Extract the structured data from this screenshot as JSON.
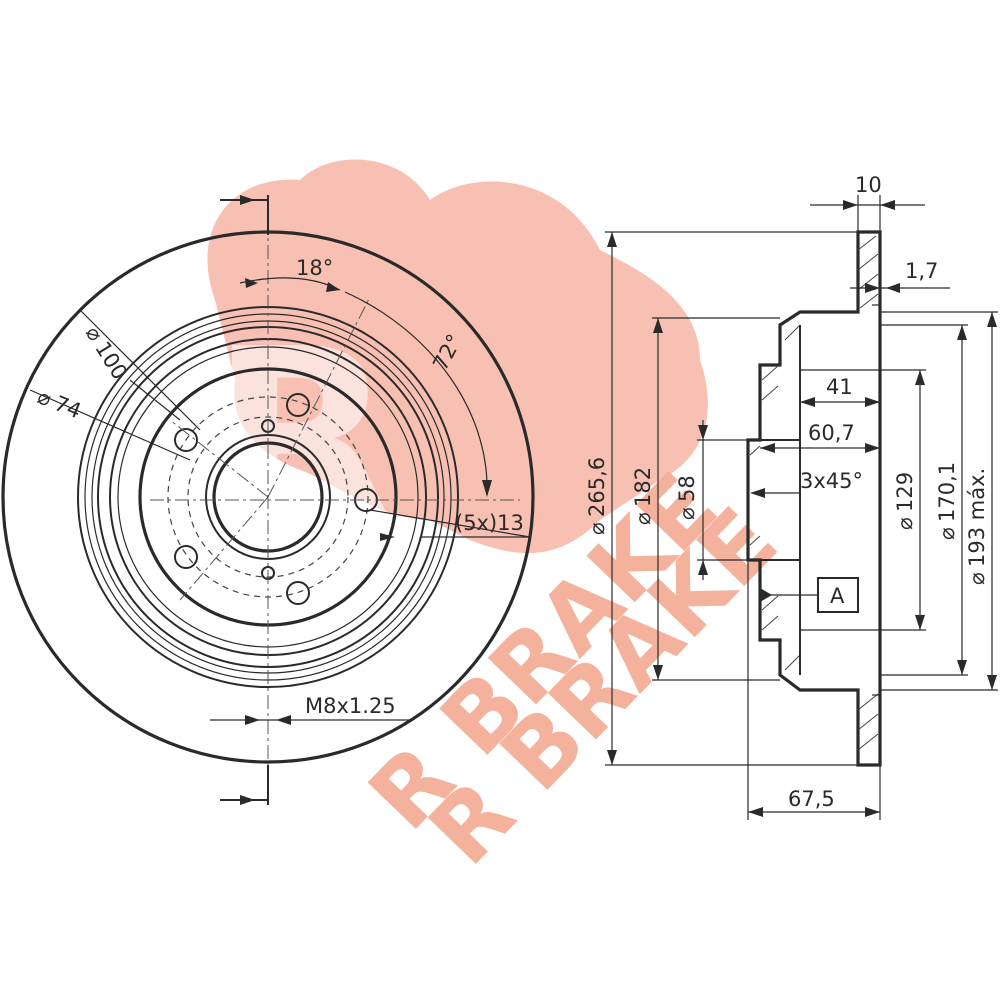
{
  "watermark": {
    "brand_text": "R BRAKE",
    "logo_color": "#f7b5a4",
    "text_color": "#f3a48c",
    "shadow_color": "#d9d9d9"
  },
  "front_view": {
    "angle_top": "18°",
    "angle_pattern": "72°",
    "pcd_inner": "74",
    "pcd_outer": "100",
    "holes": "(5x)13",
    "thread": "M8x1.25"
  },
  "section_view": {
    "thickness": "10",
    "min_thickness_delta": "1,7",
    "hat_depth": "41",
    "depth_2": "60,7",
    "chamfer": "3x45°",
    "overall_height": "67,5",
    "diameters": {
      "outer": "265,6",
      "hub": "182",
      "center_bore": "58",
      "inner_1": "129",
      "inner_2": "170,1",
      "max": "193 máx."
    },
    "datum": "A",
    "diameter_symbol": "⌀"
  },
  "colors": {
    "line": "#2a2a2a",
    "background": "#ffffff"
  }
}
